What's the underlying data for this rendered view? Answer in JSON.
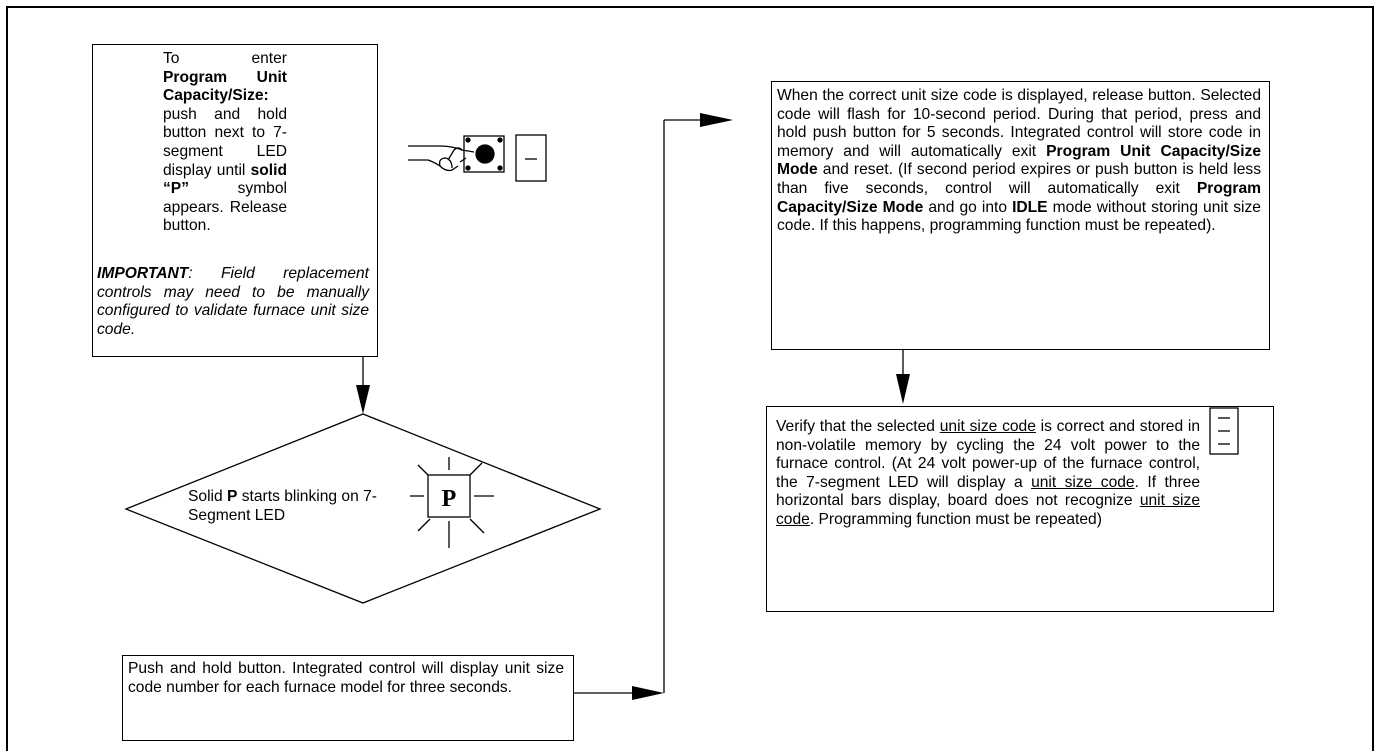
{
  "step1": {
    "line1": "To enter ",
    "bold1": "Program Unit Capacity/Size:",
    "line2": " push and hold button next to 7-segment LED display until ",
    "bold2": "solid “P”",
    "line3": " symbol appears. Release button.",
    "important_label": "IMPORTANT",
    "important_text": ": Field replacement controls may need to be manually configured to validate furnace unit size code.",
    "display_glyph": "–"
  },
  "step2": {
    "pre": "Solid ",
    "bold": "P",
    "post": " starts blinking on 7-Segment LED",
    "led_letter": "P"
  },
  "step3": {
    "text": "Push and hold button. Integrated control will display unit size code number for each furnace model for three seconds."
  },
  "step4": {
    "t1": "When the correct unit size code is displayed, release button. Selected code will flash for 10-second period. During that period, press and hold push button for 5 seconds. Integrated control will store code in memory and will automatically exit ",
    "b1": "Program Unit Capacity/Size Mode",
    "t2": " and reset. (If second period expires or push button is held less than five seconds, control will automatically exit ",
    "b2": "Program Capacity/Size Mode",
    "t3": " and go into ",
    "b3": "IDLE",
    "t4": " mode without storing unit size code. If this happens, programming function must be repeated)."
  },
  "step5": {
    "t1": "Verify that the selected ",
    "u1": "unit size code",
    "t2": " is correct and stored in non-volatile memory by cycling the 24 volt power to the furnace control. (At 24 volt power-up of the furnace control, the 7-segment LED will display a ",
    "u2": "unit size code",
    "t3": ". If three horizontal bars display, board does not recognize ",
    "u3": "unit size code",
    "t4": ". Programming function must be repeated)"
  }
}
